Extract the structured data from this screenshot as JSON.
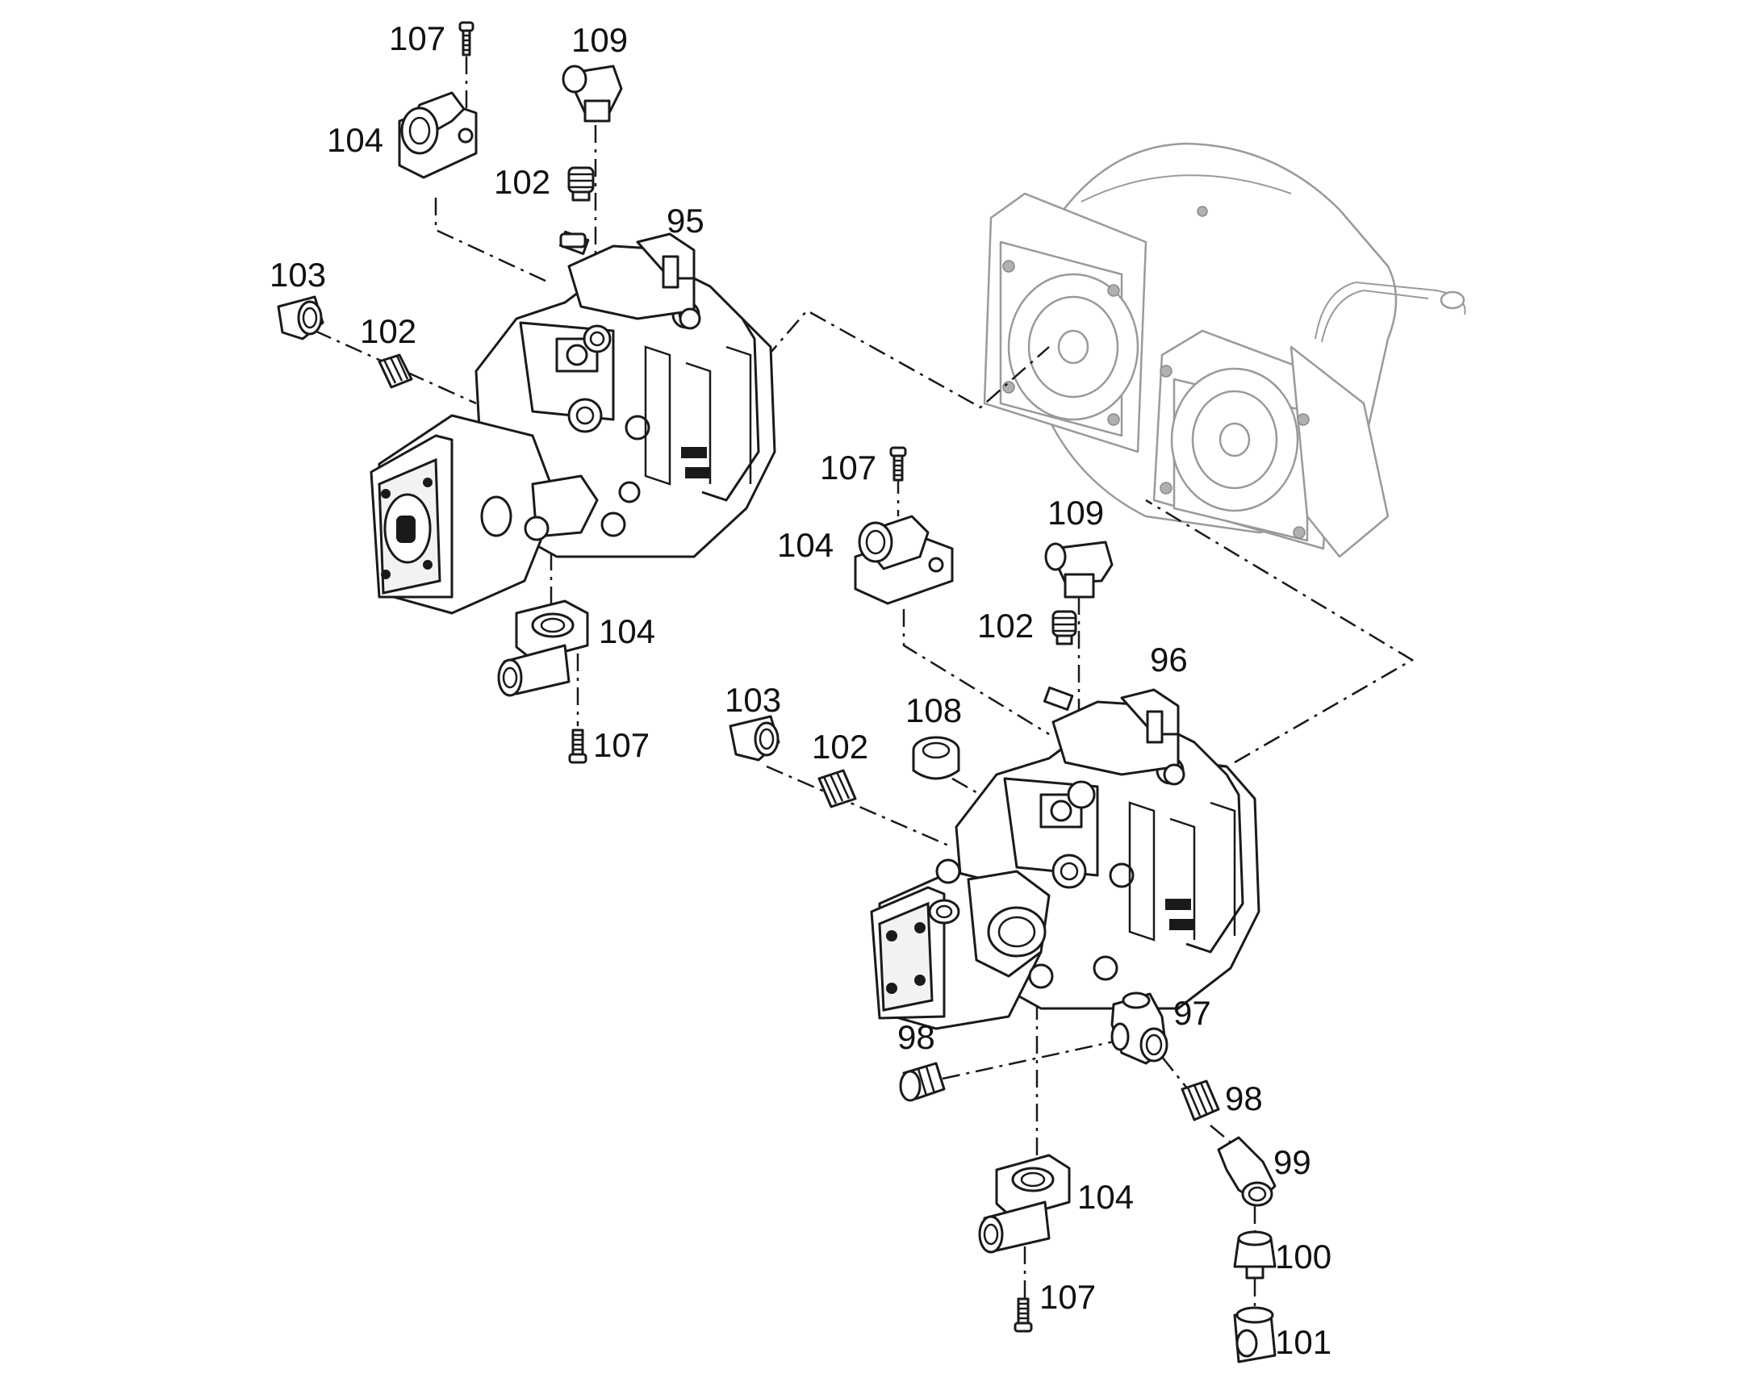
{
  "callouts": {
    "c107a": "107",
    "c109a": "109",
    "c104a": "104",
    "c102a": "102",
    "c95": "95",
    "c103a": "103",
    "c102b": "102",
    "c104b": "104",
    "c107b": "107",
    "c107c": "107",
    "c104c": "104",
    "c109b": "109",
    "c102c": "102",
    "c96": "96",
    "c103b": "103",
    "c108": "108",
    "c102d": "102",
    "c97": "97",
    "c98a": "98",
    "c98b": "98",
    "c99": "99",
    "c104d": "104",
    "c100": "100",
    "c107d": "107",
    "c101": "101"
  }
}
